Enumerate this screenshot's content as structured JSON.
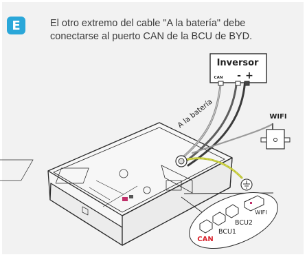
{
  "step": {
    "letter": "E",
    "color": "#2aa7d9"
  },
  "instruction": "El otro extremo del cable \"A la batería\" debe conectarse al puerto CAN de la BCU de BYD.",
  "inverter": {
    "title": "Inversor",
    "can_label": "CAN",
    "minus_label": "-",
    "plus_label": "+"
  },
  "cable_label": "A la batería",
  "wifi_label": "WIFI",
  "bcu_ports": {
    "can_label": "CAN",
    "bcu1_label": "BCU1",
    "bcu2_label": "BCU2",
    "wifi_label": "WIFI",
    "highlight_color": "#d9232d"
  },
  "ground_icon": "ground-symbol-icon"
}
